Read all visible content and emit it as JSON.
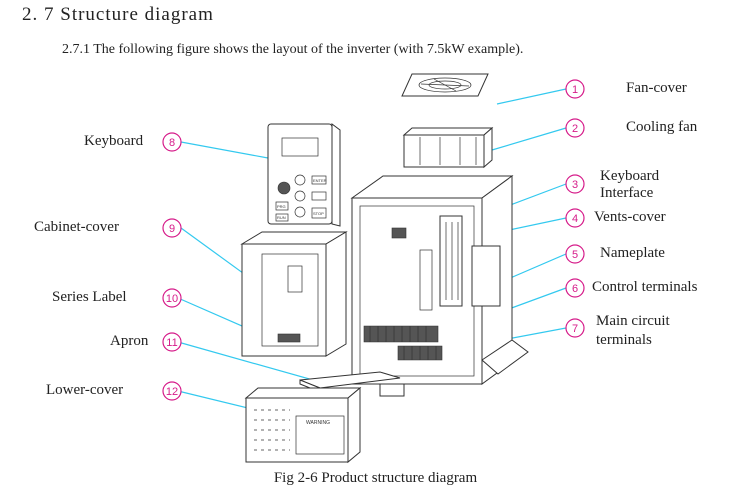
{
  "section": {
    "heading": "2. 7 Structure diagram",
    "intro": "2.7.1 The following figure shows the layout of the inverter (with 7.5kW example)."
  },
  "figure": {
    "caption": "Fig 2-6 Product structure diagram",
    "callouts": [
      {
        "number": "1",
        "label": "Fan-cover"
      },
      {
        "number": "2",
        "label": "Cooling fan"
      },
      {
        "number": "3",
        "label": "Keyboard Interface"
      },
      {
        "number": "4",
        "label": "Vents-cover"
      },
      {
        "number": "5",
        "label": "Nameplate"
      },
      {
        "number": "6",
        "label": "Control terminals"
      },
      {
        "number": "7",
        "label": "Main circuit terminals"
      },
      {
        "number": "8",
        "label": "Keyboard"
      },
      {
        "number": "9",
        "label": "Cabinet-cover"
      },
      {
        "number": "10",
        "label": "Series Label"
      },
      {
        "number": "11",
        "label": "Apron"
      },
      {
        "number": "12",
        "label": "Lower-cover"
      }
    ],
    "keypad_keys": [
      "ENTER",
      "PRG",
      "RUN",
      "STOP"
    ],
    "warning_text": "WARNING",
    "colors": {
      "callout": "#d61c8a",
      "leader": "#33c9ef",
      "line": "#333333"
    }
  }
}
